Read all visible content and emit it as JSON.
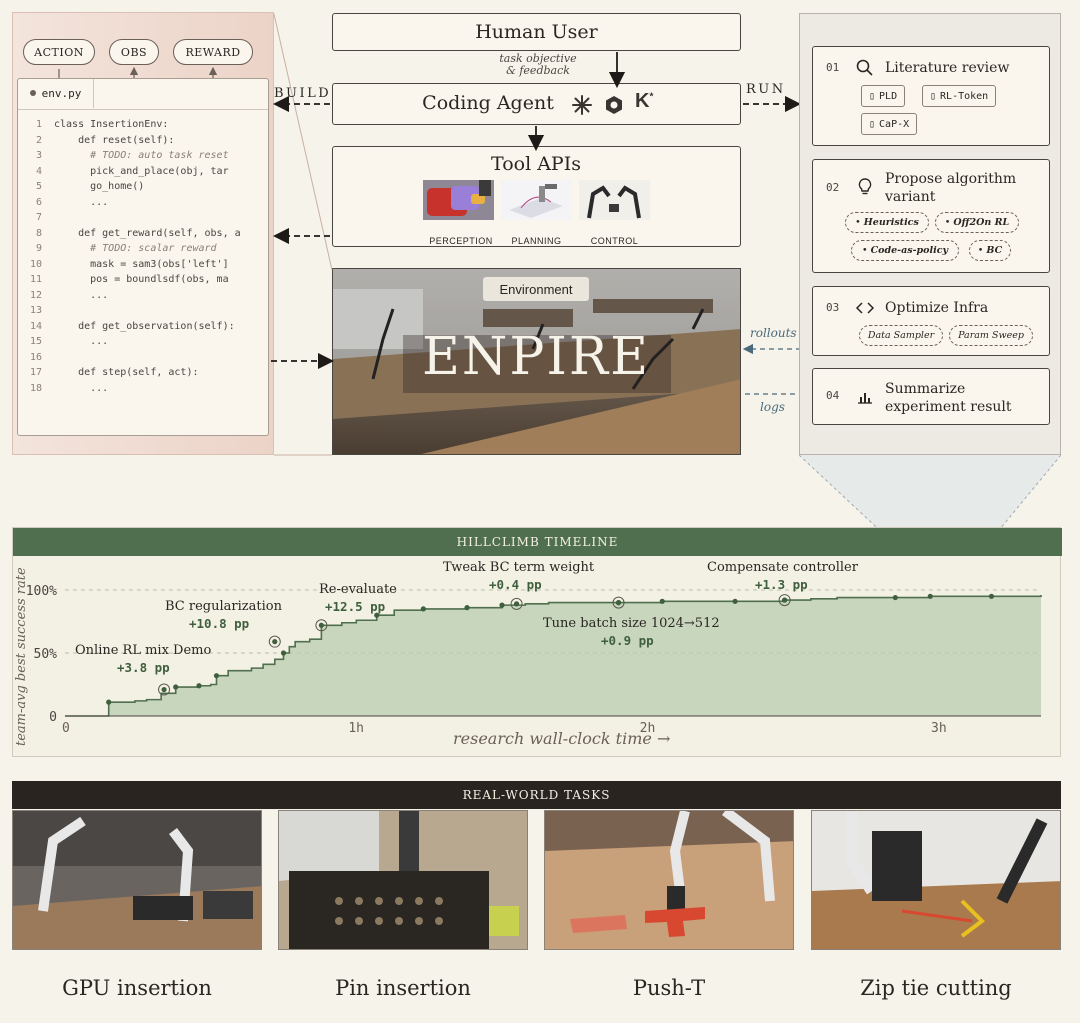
{
  "observation_pills": [
    "ACTION",
    "OBS",
    "REWARD"
  ],
  "editor": {
    "filename": "env.py",
    "lines": [
      {
        "n": "1",
        "code": "class InsertionEnv:",
        "comment": false
      },
      {
        "n": "2",
        "code": "    def reset(self):",
        "comment": false
      },
      {
        "n": "3",
        "code": "      # TODO: auto task reset",
        "comment": true
      },
      {
        "n": "4",
        "code": "      pick_and_place(obj, tar",
        "comment": false
      },
      {
        "n": "5",
        "code": "      go_home()",
        "comment": false
      },
      {
        "n": "6",
        "code": "      ...",
        "comment": false
      },
      {
        "n": "7",
        "code": "",
        "comment": false
      },
      {
        "n": "8",
        "code": "    def get_reward(self, obs, a",
        "comment": false
      },
      {
        "n": "9",
        "code": "      # TODO: scalar reward",
        "comment": true
      },
      {
        "n": "10",
        "code": "      mask = sam3(obs['left']",
        "comment": false
      },
      {
        "n": "11",
        "code": "      pos = boundlsdf(obs, ma",
        "comment": false
      },
      {
        "n": "12",
        "code": "      ...",
        "comment": false
      },
      {
        "n": "13",
        "code": "",
        "comment": false
      },
      {
        "n": "14",
        "code": "    def get_observation(self):",
        "comment": false
      },
      {
        "n": "15",
        "code": "      ...",
        "comment": false
      },
      {
        "n": "16",
        "code": "",
        "comment": false
      },
      {
        "n": "17",
        "code": "    def step(self, act):",
        "comment": false
      },
      {
        "n": "18",
        "code": "      ...",
        "comment": false
      }
    ]
  },
  "center": {
    "human_user": "Human User",
    "feedback_line1": "task objective",
    "feedback_line2": "& feedback",
    "coding_agent": "Coding Agent",
    "build_label": "BUILD",
    "run_label": "RUN",
    "tool_apis": "Tool APIs",
    "tool_labels": [
      "PERCEPTION",
      "PLANNING",
      "CONTROL"
    ],
    "environment_tag": "Environment",
    "enpire": "ENPIRE",
    "rollouts": "rollouts",
    "logs": "logs"
  },
  "research_steps": [
    {
      "num": "01",
      "title_lines": [
        "Literature review"
      ],
      "icon": "search-icon",
      "chips": [
        "PLD",
        "RL-Token",
        "CaP-X"
      ]
    },
    {
      "num": "02",
      "title_lines": [
        "Propose algorithm",
        "variant"
      ],
      "icon": "lightbulb-icon",
      "chips": [
        "Heuristics",
        "Off2On RL",
        "Code-as-policy",
        "BC"
      ]
    },
    {
      "num": "03",
      "title_lines": [
        "Optimize Infra"
      ],
      "icon": "code-brackets-icon",
      "chips": [
        "Data Sampler",
        "Param Sweep"
      ]
    },
    {
      "num": "04",
      "title_lines": [
        "Summarize",
        "experiment result"
      ],
      "icon": "bar-chart-icon",
      "chips": []
    }
  ],
  "timeline_title": "HILLCLIMB TIMELINE",
  "chart_data": {
    "type": "area",
    "title": "HILLCLIMB TIMELINE",
    "xlabel": "research wall-clock time →",
    "ylabel": "team-avg best success rate",
    "x_unit": "hours",
    "xlim": [
      0,
      3.35
    ],
    "ylim": [
      0,
      100
    ],
    "x_ticks": [
      {
        "value": 0,
        "label": "0"
      },
      {
        "value": 1,
        "label": "1h"
      },
      {
        "value": 2,
        "label": "2h"
      },
      {
        "value": 3,
        "label": "3h"
      }
    ],
    "y_ticks": [
      {
        "value": 0,
        "label": "0"
      },
      {
        "value": 50,
        "label": "50%"
      },
      {
        "value": 100,
        "label": "100%"
      }
    ],
    "grid": "dashed horizontal at 50% and 100%",
    "steps": [
      [
        0.0,
        0
      ],
      [
        0.15,
        0
      ],
      [
        0.15,
        11
      ],
      [
        0.24,
        12
      ],
      [
        0.28,
        13
      ],
      [
        0.33,
        18
      ],
      [
        0.38,
        23
      ],
      [
        0.46,
        24
      ],
      [
        0.5,
        25
      ],
      [
        0.52,
        32
      ],
      [
        0.56,
        36
      ],
      [
        0.64,
        38
      ],
      [
        0.68,
        41
      ],
      [
        0.72,
        45
      ],
      [
        0.75,
        50
      ],
      [
        0.77,
        55
      ],
      [
        0.79,
        59
      ],
      [
        0.84,
        61
      ],
      [
        0.88,
        72
      ],
      [
        0.95,
        74
      ],
      [
        1.0,
        76
      ],
      [
        1.07,
        80
      ],
      [
        1.13,
        84
      ],
      [
        1.23,
        85
      ],
      [
        1.38,
        86
      ],
      [
        1.5,
        88
      ],
      [
        1.58,
        89
      ],
      [
        1.66,
        90
      ],
      [
        1.9,
        90
      ],
      [
        2.05,
        91
      ],
      [
        2.3,
        91
      ],
      [
        2.47,
        92
      ],
      [
        2.56,
        93
      ],
      [
        2.65,
        94
      ],
      [
        2.85,
        94
      ],
      [
        2.97,
        95
      ],
      [
        3.18,
        95
      ],
      [
        3.35,
        96
      ]
    ],
    "dots": [
      [
        0.15,
        11
      ],
      [
        0.38,
        23
      ],
      [
        0.46,
        24
      ],
      [
        0.52,
        32
      ],
      [
        0.75,
        50
      ],
      [
        1.07,
        80
      ],
      [
        1.23,
        85
      ],
      [
        1.38,
        86
      ],
      [
        1.5,
        88
      ],
      [
        1.9,
        90
      ],
      [
        2.05,
        91
      ],
      [
        2.3,
        91
      ],
      [
        2.47,
        92
      ],
      [
        2.85,
        94
      ],
      [
        2.97,
        95
      ],
      [
        3.18,
        95
      ]
    ],
    "annotations": [
      {
        "label": "Online RL mix Demo",
        "delta": "+3.8 pp",
        "x": 0.34,
        "y": 21
      },
      {
        "label": "BC regularization",
        "delta": "+10.8 pp",
        "x": 0.72,
        "y": 59
      },
      {
        "label": "Re-evaluate",
        "delta": "+12.5 pp",
        "x": 0.88,
        "y": 72
      },
      {
        "label": "Tweak BC term weight",
        "delta": "+0.4 pp",
        "x": 1.55,
        "y": 89
      },
      {
        "label": "Tune batch size 1024→512",
        "delta": "+0.9 pp",
        "x": 1.9,
        "y": 90
      },
      {
        "label": "Compensate controller",
        "delta": "+1.3 pp",
        "x": 2.47,
        "y": 92
      }
    ]
  },
  "tasks_title": "REAL-WORLD TASKS",
  "tasks": [
    "GPU insertion",
    "Pin insertion",
    "Push-T",
    "Zip tie cutting"
  ],
  "colors": {
    "accent_green": "#4f6f4e",
    "fill_green": "#b9ceb0",
    "dark": "#2a2420",
    "paper": "#f6f3ea"
  }
}
